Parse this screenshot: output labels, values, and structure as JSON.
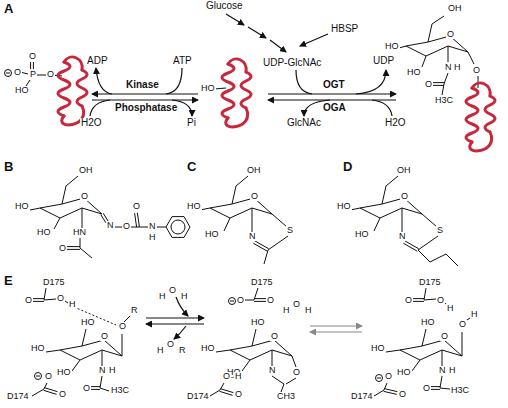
{
  "diagram": {
    "labels": [
      "A",
      "Glucose",
      "HBSP",
      "UDP-GlcNAc",
      "ADP",
      "ATP",
      "Kinase",
      "Phosphatase",
      "H2O",
      "Pi",
      "OGT",
      "OGA",
      "UDP",
      "GlcNAc",
      "H2O",
      "O",
      "O",
      "P",
      "O",
      "HO",
      "HO",
      "OH",
      "O",
      "HO",
      "HO",
      "N",
      "H",
      "O",
      "O",
      "H3C",
      "B",
      "OH",
      "O",
      "HO",
      "HO",
      "HN",
      "O",
      "N",
      "O",
      "O",
      "N",
      "H",
      "C",
      "OH",
      "O",
      "HO",
      "HO",
      "N",
      "S",
      "D",
      "OH",
      "O",
      "HO",
      "HO",
      "N",
      "S",
      "E",
      "D175",
      "O",
      "O",
      "H",
      "O",
      "R",
      "HO",
      "O",
      "HO",
      "HO",
      "N",
      "H",
      "O",
      "H3C",
      "D174",
      "O",
      "O",
      "H",
      "O",
      "H",
      "H",
      "O",
      "R",
      "D175",
      "O",
      "O",
      "H",
      "O",
      "H",
      "HO",
      "O",
      "HO",
      "HO",
      "N",
      "O",
      "CH3",
      "D174",
      "O",
      "H",
      "O",
      "D175",
      "O",
      "O",
      "H",
      "O",
      "H",
      "HO",
      "O",
      "HO",
      "HO",
      "N",
      "H",
      "O",
      "H3C",
      "D174",
      "O",
      "O"
    ]
  }
}
